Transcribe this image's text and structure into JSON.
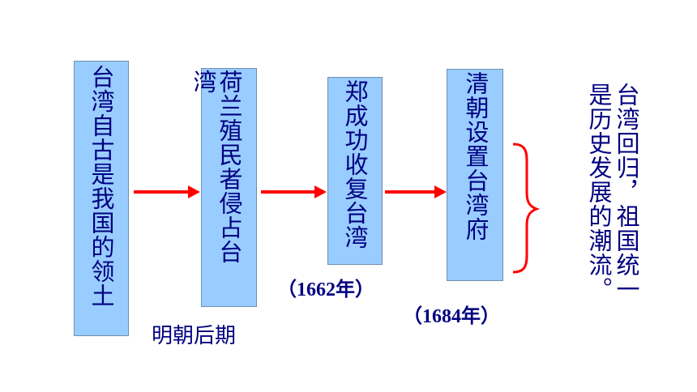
{
  "boxes": {
    "box1": "台湾自古是我国的领土",
    "box2": "荷兰殖民者侵占台",
    "box2_overflow": "湾",
    "box3": "郑成功收复台湾",
    "box4": "清朝设置台湾府"
  },
  "labels": {
    "period": "明朝后期",
    "year1": "（1662年）",
    "year2": "（1684年）"
  },
  "conclusion": {
    "col1": "台湾回归，祖国统一",
    "col2": "是历史发展的潮流。"
  },
  "colors": {
    "box_fill": "#99ccff",
    "text": "#000080",
    "arrow": "#ff0000",
    "brace": "#ff0000"
  }
}
